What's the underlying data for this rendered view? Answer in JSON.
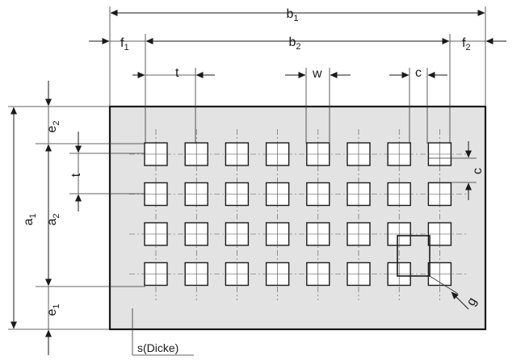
{
  "colors": {
    "plate_fill": "#e3e3e3",
    "line": "#1a1a1a",
    "hole_fill": "#ffffff"
  },
  "labels": {
    "b1": {
      "base": "b",
      "sub": "1"
    },
    "b2": {
      "base": "b",
      "sub": "2"
    },
    "f1": {
      "base": "f",
      "sub": "1"
    },
    "f2": {
      "base": "f",
      "sub": "2"
    },
    "t_top": "t",
    "w": "w",
    "c_top": "c",
    "e2": {
      "base": "e",
      "sub": "2"
    },
    "t_left": "t",
    "a1": {
      "base": "a",
      "sub": "1"
    },
    "a2": {
      "base": "a",
      "sub": "2"
    },
    "e1": {
      "base": "e",
      "sub": "1"
    },
    "c_right": "c",
    "g": "g",
    "thickness": "s(Dicke)"
  },
  "pattern": {
    "rows": 4,
    "columns": 8
  }
}
